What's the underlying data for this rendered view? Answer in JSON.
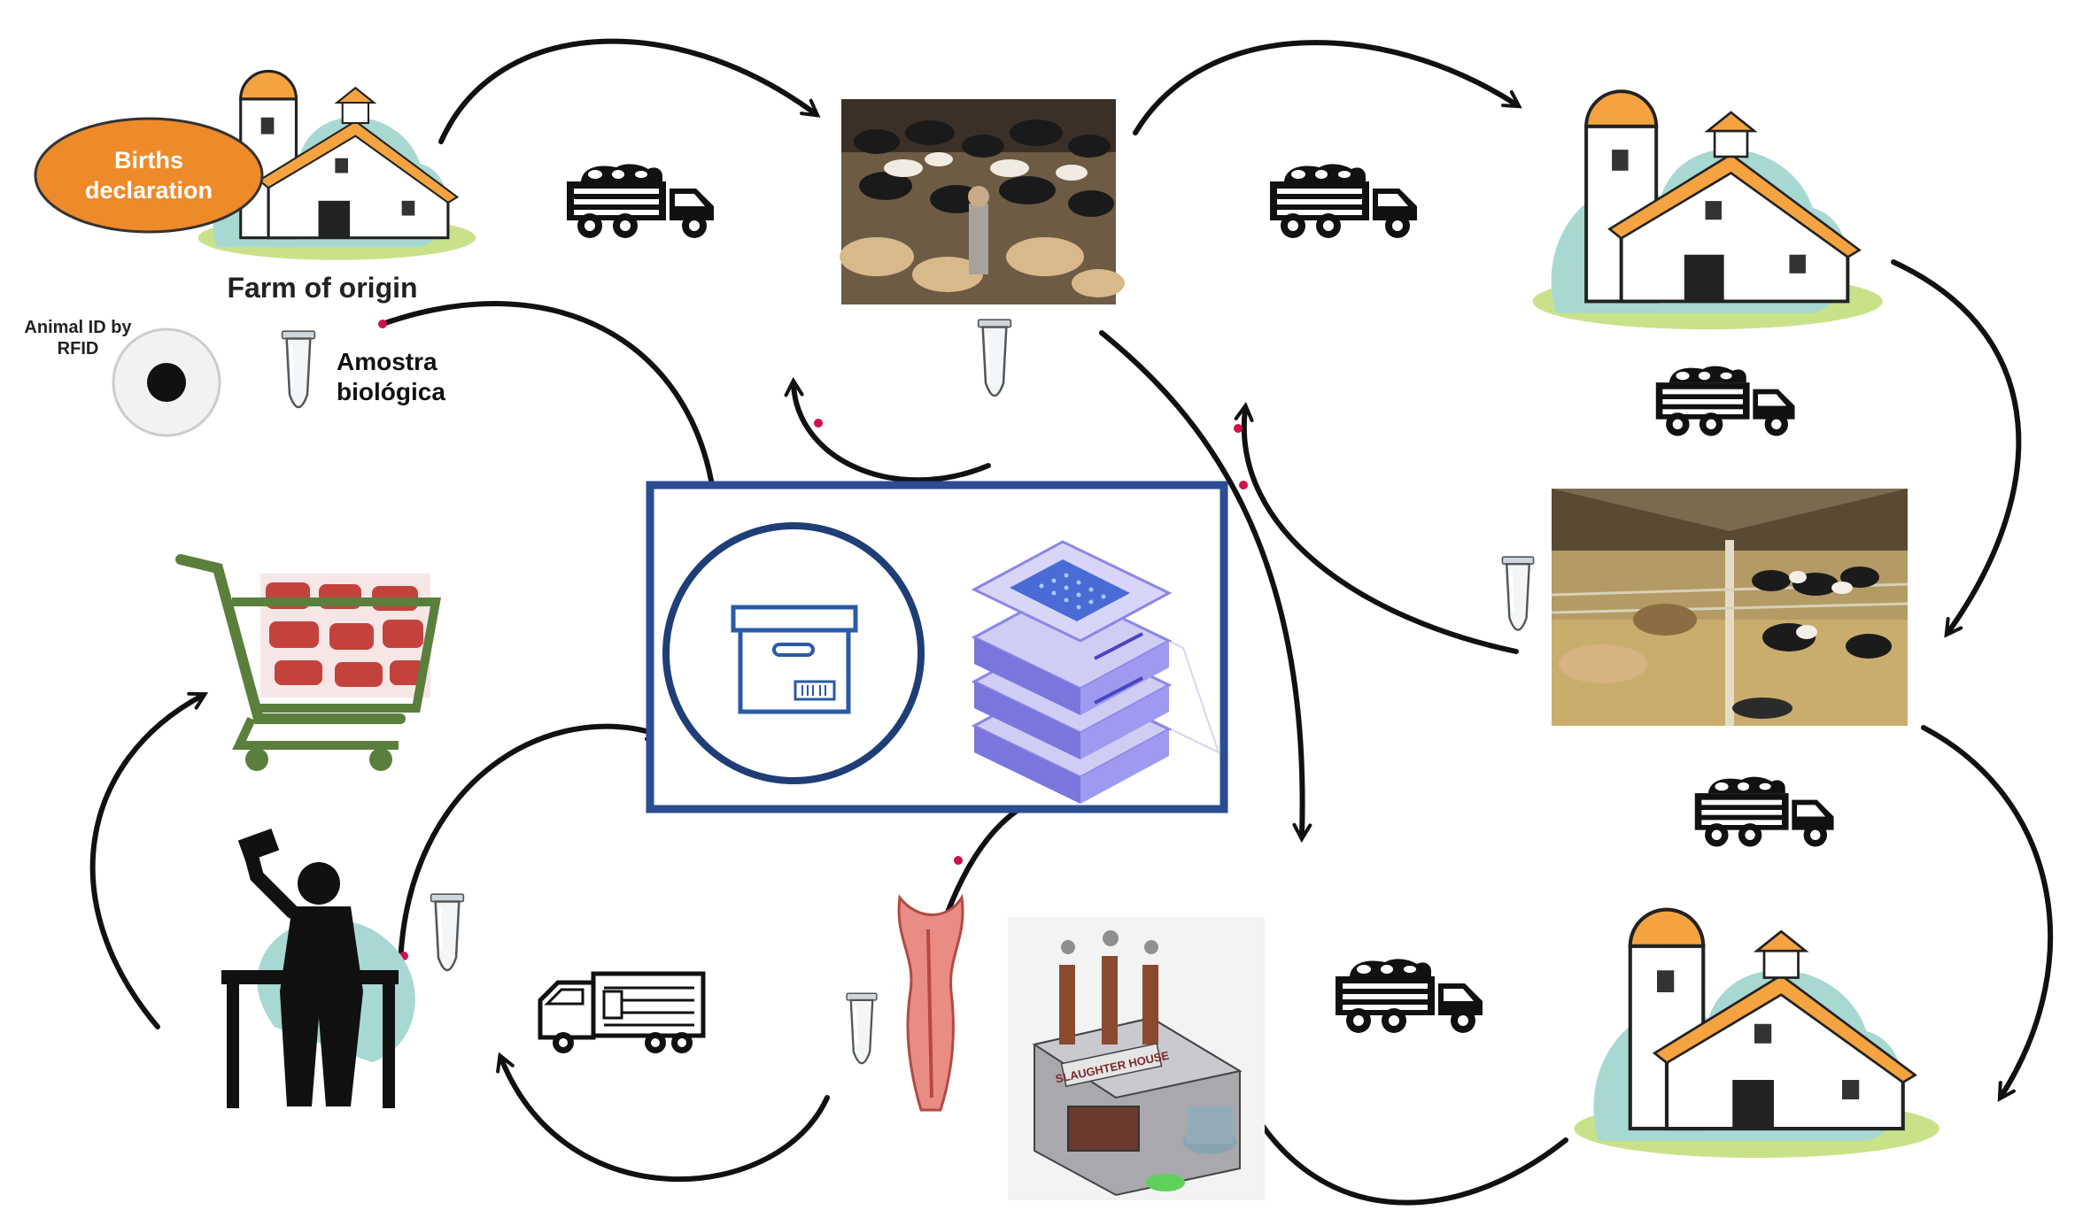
{
  "farm_origin": {
    "bubble_label_line1": "Births",
    "bubble_label_line2": "declaration",
    "caption": "Farm of origin"
  },
  "rfid": {
    "label_line1": "Animal ID by",
    "label_line2": "RFID"
  },
  "sample_legend": {
    "label_line1": "Amostra",
    "label_line2": "biológica"
  },
  "slaughterhouse": {
    "sign_text": "SLAUGHTER HOUSE"
  },
  "icons": {
    "truck": "cattle-truck-icon",
    "van": "delivery-truck-icon",
    "tube": "sample-tube-icon",
    "archive": "archive-box-icon",
    "server": "server-stack-icon",
    "cart": "shopping-cart-icon",
    "butcher": "butcher-icon"
  },
  "colors": {
    "bubble_orange": "#ee8a2a",
    "roof_orange": "#f4a340",
    "database_border": "#2a4d93",
    "server_purple": "#8a86e8",
    "cart_green": "#5a7f3c",
    "grass_green": "#c9e28a",
    "teal_bg": "#a8d8d2",
    "arrow_black": "#111111",
    "link_red": "#d0104a"
  }
}
